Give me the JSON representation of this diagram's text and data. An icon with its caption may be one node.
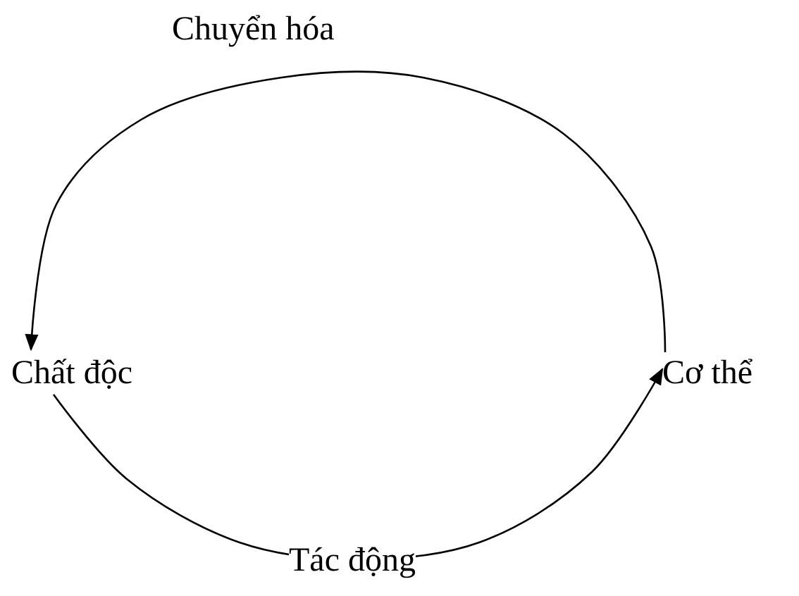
{
  "diagram": {
    "nodes": [
      {
        "text": [
          "Chất độc"
        ]
      },
      {
        "text": [
          "Cơ thể"
        ]
      }
    ],
    "edges": [
      {
        "from": 1,
        "to": 0,
        "arrow": "to",
        "label": "Chuyển hóa"
      },
      {
        "from": 0,
        "to": 1,
        "arrow": "to",
        "label": "Tác động"
      }
    ]
  }
}
